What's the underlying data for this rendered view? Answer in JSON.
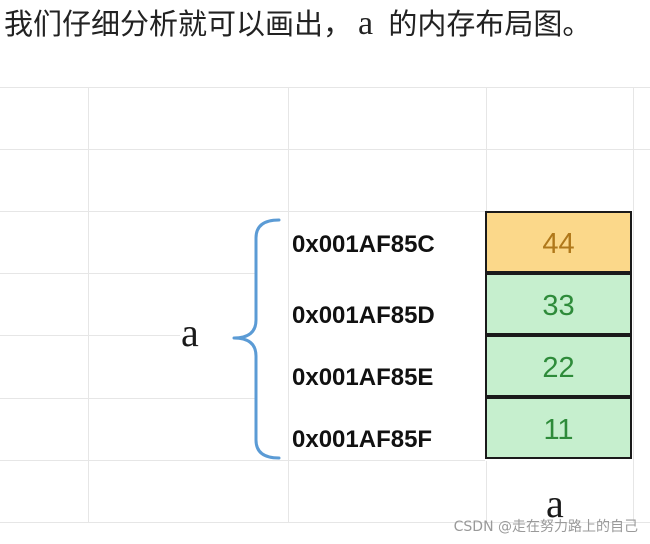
{
  "caption": {
    "before": "我们仔细分析就可以画出，",
    "variable": "a",
    "after": " 的内存布局图。"
  },
  "memory": {
    "variable_label": "a",
    "column_label": "a",
    "rows": [
      {
        "address": "0x001AF85C",
        "value": "44",
        "fill": "#fbd88a",
        "text_color": "#b0781a"
      },
      {
        "address": "0x001AF85D",
        "value": "33",
        "fill": "#c6efce",
        "text_color": "#2e8b3a"
      },
      {
        "address": "0x001AF85E",
        "value": "22",
        "fill": "#c6efce",
        "text_color": "#2e8b3a"
      },
      {
        "address": "0x001AF85F",
        "value": "11",
        "fill": "#c6efce",
        "text_color": "#2e8b3a"
      }
    ],
    "brace_color": "#5b9bd5"
  },
  "watermark": "CSDN @走在努力路上的自己"
}
